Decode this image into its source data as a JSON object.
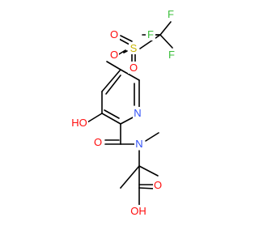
{
  "molecule": {
    "atom_labels": {
      "F_top": "F",
      "F_left": "F",
      "F_right": "F",
      "S": "S",
      "O_sulfonyl_left": "O",
      "O_sulfonyl_down": "O",
      "O_ether": "O",
      "N_ring": "N",
      "HO_phenol": "HO",
      "O_amide": "O",
      "N_amide": "N",
      "O_carbonyl": "O",
      "OH_acid": "OH"
    },
    "colors": {
      "bond": "#000000",
      "fluorine": "#3cbf3c",
      "sulfur": "#c8b400",
      "oxygen": "#ff0d0d",
      "nitrogen": "#3050f8"
    }
  }
}
